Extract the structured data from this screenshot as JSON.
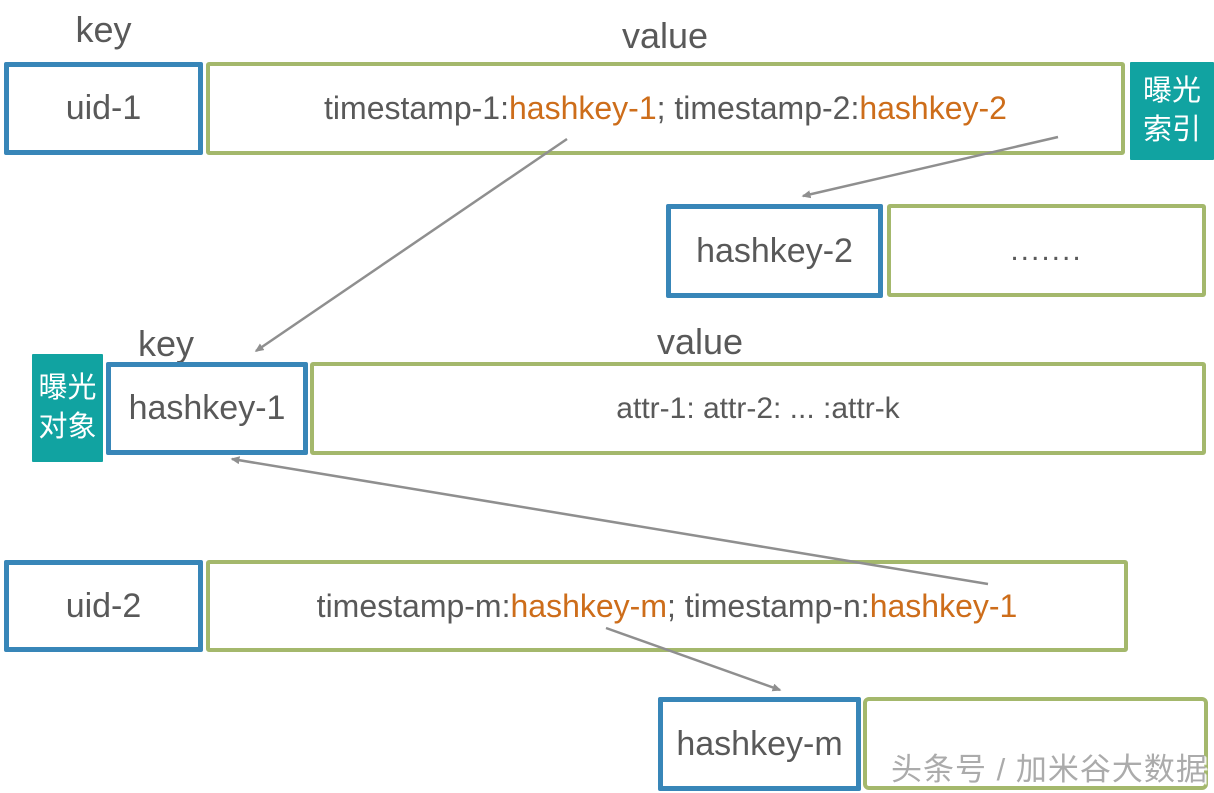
{
  "colors": {
    "key_box_border": "#3886b8",
    "value_box_border": "#a4b86c",
    "badge_background": "#11a3a1",
    "hashkey_highlight": "#cd6d1a",
    "body_text": "#595959",
    "arrow": "#8f8f8f"
  },
  "top_section": {
    "key_label": "key",
    "value_label": "value",
    "key_box": "uid-1",
    "value_segments": {
      "s1": "timestamp-1:",
      "h1": "hashkey-1",
      "s2": "; timestamp-2:",
      "h2": "hashkey-2"
    },
    "index_badge": {
      "line1": "曝光",
      "line2": "索引"
    }
  },
  "hashkey2_row": {
    "key_box": "hashkey-2",
    "value_box": "......."
  },
  "mid_section": {
    "key_label": "key",
    "value_label": "value",
    "key_box": "hashkey-1",
    "value_box": "attr-1: attr-2: ... :attr-k",
    "object_badge": {
      "line1": "曝光",
      "line2": "对象"
    }
  },
  "bottom_section": {
    "key_box": "uid-2",
    "value_segments": {
      "s1": "timestamp-m:",
      "h1": "hashkey-m",
      "s2": "; timestamp-n:",
      "h2": "hashkey-1"
    }
  },
  "hashkeym_row": {
    "key_box": "hashkey-m",
    "value_box": ""
  },
  "watermark": "头条号 / 加米谷大数据"
}
